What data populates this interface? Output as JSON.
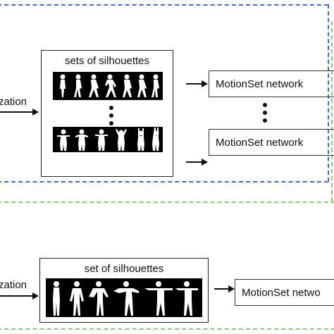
{
  "top_section": {
    "left_label": "zation",
    "box_title": "sets of silhouettes",
    "network_1": "MotionSet network",
    "network_2": "MotionSet network"
  },
  "bottom_section": {
    "left_label": "zation",
    "box_title": "set of silhouettes",
    "network": "MotionSet netwo"
  },
  "colors": {
    "outer_border": "#3b6fd6",
    "inner_border": "#7ed36a"
  }
}
